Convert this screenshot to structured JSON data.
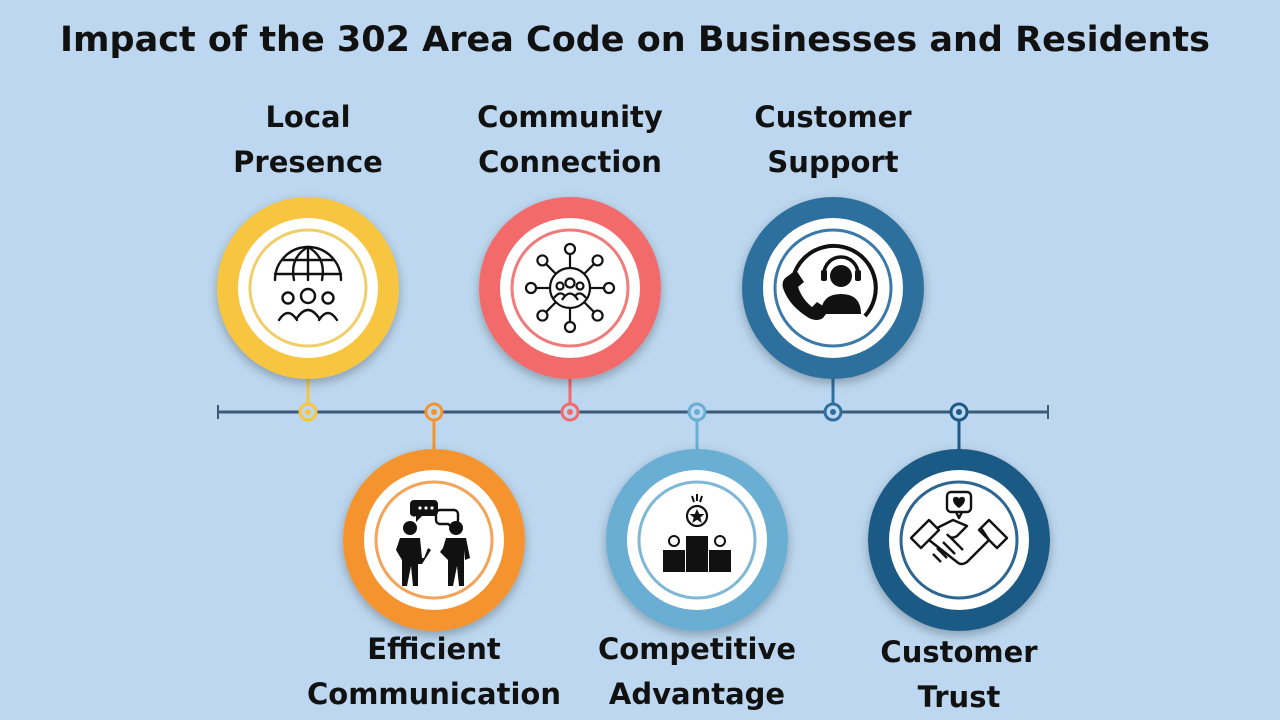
{
  "title": "Impact of the 302 Area Code on Businesses and Residents",
  "items": [
    {
      "id": "local-presence",
      "line1": "Local",
      "line2": "Presence",
      "icon": "globe-people-icon",
      "position": "top",
      "color": "#f7c53f",
      "ring": "#f0cf6a"
    },
    {
      "id": "efficient-communication",
      "line1": "Efficient",
      "line2": "Communication",
      "icon": "two-people-talking-icon",
      "position": "bottom",
      "color": "#f5942f",
      "ring": "#f3a35a"
    },
    {
      "id": "community-connection",
      "line1": "Community",
      "line2": "Connection",
      "icon": "network-people-icon",
      "position": "top",
      "color": "#f26b6b",
      "ring": "#f07b7b"
    },
    {
      "id": "competitive-advantage",
      "line1": "Competitive",
      "line2": "Advantage",
      "icon": "podium-icon",
      "position": "bottom",
      "color": "#6aaed3",
      "ring": "#7fb8d6"
    },
    {
      "id": "customer-support",
      "line1": "Customer",
      "line2": "Support",
      "icon": "headset-phone-icon",
      "position": "top",
      "color": "#2f6f9d",
      "ring": "#3b7aa8"
    },
    {
      "id": "customer-trust",
      "line1": "Customer",
      "line2": "Trust",
      "icon": "handshake-heart-icon",
      "position": "bottom",
      "color": "#1f5a86",
      "ring": "#2d6690"
    }
  ],
  "colors": {
    "background": "#bcd7ef",
    "timeline": "#3b5b78"
  }
}
